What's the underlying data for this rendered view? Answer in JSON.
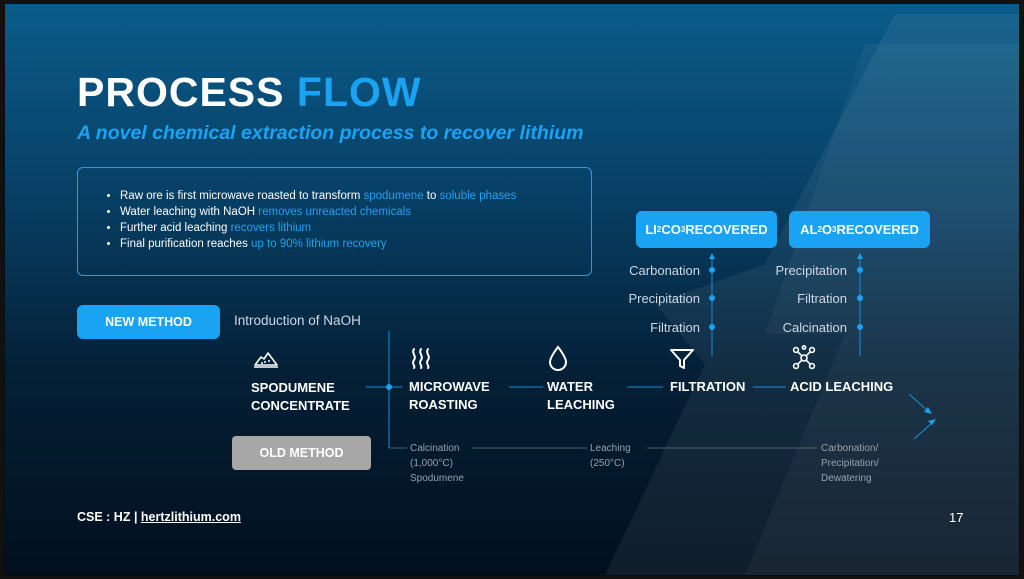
{
  "slide": {
    "title_main": "PROCESS",
    "title_accent": "FLOW",
    "subtitle": "A novel chemical extraction process to recover lithium",
    "bullets": [
      {
        "pre": "Raw ore is first microwave roasted to transform ",
        "hl1": "spodumene",
        "mid": " to ",
        "hl2": "soluble phases"
      },
      {
        "pre": "Water leaching with NaOH ",
        "hl1": "removes unreacted chemicals"
      },
      {
        "pre": "Further acid leaching ",
        "hl1": "recovers lithium"
      },
      {
        "pre": "Final purification reaches ",
        "hl1": "up to 90% lithium recovery"
      }
    ],
    "new_method": "NEW METHOD",
    "old_method": "OLD METHOD",
    "naoh_label": "Introduction of NaOH",
    "steps": [
      {
        "line1": "SPODUMENE",
        "line2": "CONCENTRATE",
        "icon": "ore-pile-icon"
      },
      {
        "line1": "MICROWAVE",
        "line2": "ROASTING",
        "icon": "heat-waves-icon"
      },
      {
        "line1": "WATER",
        "line2": "LEACHING",
        "icon": "water-drop-icon"
      },
      {
        "line1": "FILTRATION",
        "icon": "funnel-icon"
      },
      {
        "line1": "ACID LEACHING",
        "icon": "molecule-icon"
      }
    ],
    "recovered_li": {
      "a": "LI",
      "sup1": "2",
      "b": "CO",
      "sup2": "3",
      "c": " RECOVERED"
    },
    "recovered_al": {
      "a": "AL",
      "sup1": "2",
      "b": "O",
      "sup2": "3",
      "c": " RECOVERED"
    },
    "li_substeps": [
      "Carbonation",
      "Precipitation",
      "Filtration"
    ],
    "al_substeps": [
      "Precipitation",
      "Filtration",
      "Calcination"
    ],
    "old_steps": [
      {
        "l1": "Calcination",
        "l2": "(1,000°C)",
        "l3": "Spodumene"
      },
      {
        "l1": "Leaching",
        "l2": "(250°C)"
      },
      {
        "l1": "Carbonation/",
        "l2": "Precipitation/",
        "l3": "Dewatering"
      }
    ],
    "footer_left": "CSE : HZ | ",
    "footer_link": "hertzlithium.com",
    "page_number": "17",
    "colors": {
      "accent": "#1aa3f2",
      "old_method_gray": "#a7a7a7",
      "background_top": "#0a5c8a",
      "background_bottom": "#02101e"
    }
  }
}
